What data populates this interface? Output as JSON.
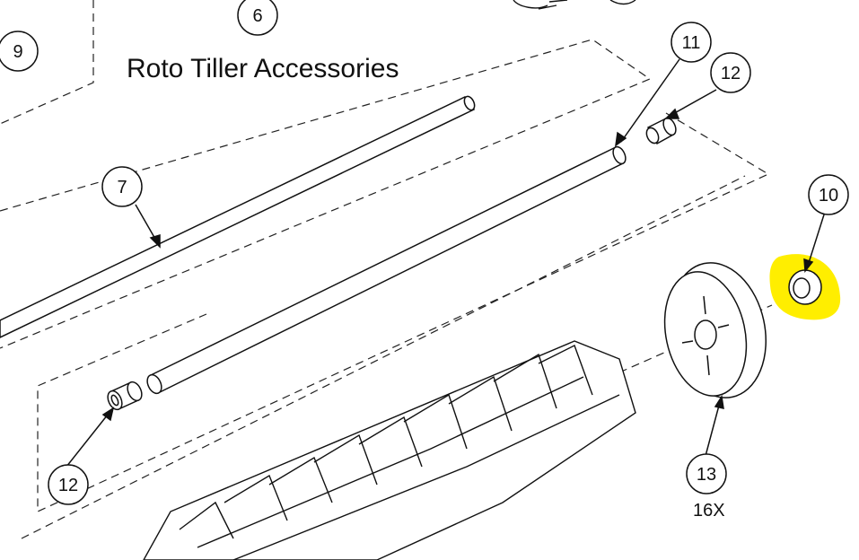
{
  "title": "Roto Tiller Accessories",
  "callouts": [
    {
      "id": "c9",
      "label": "9"
    },
    {
      "id": "c6",
      "label": "6"
    },
    {
      "id": "c11",
      "label": "11"
    },
    {
      "id": "c12a",
      "label": "12"
    },
    {
      "id": "c7",
      "label": "7"
    },
    {
      "id": "c10",
      "label": "10"
    },
    {
      "id": "c12b",
      "label": "12"
    },
    {
      "id": "c13",
      "label": "13"
    }
  ],
  "quantity_note": "16X",
  "highlight_color": "#ffee00"
}
